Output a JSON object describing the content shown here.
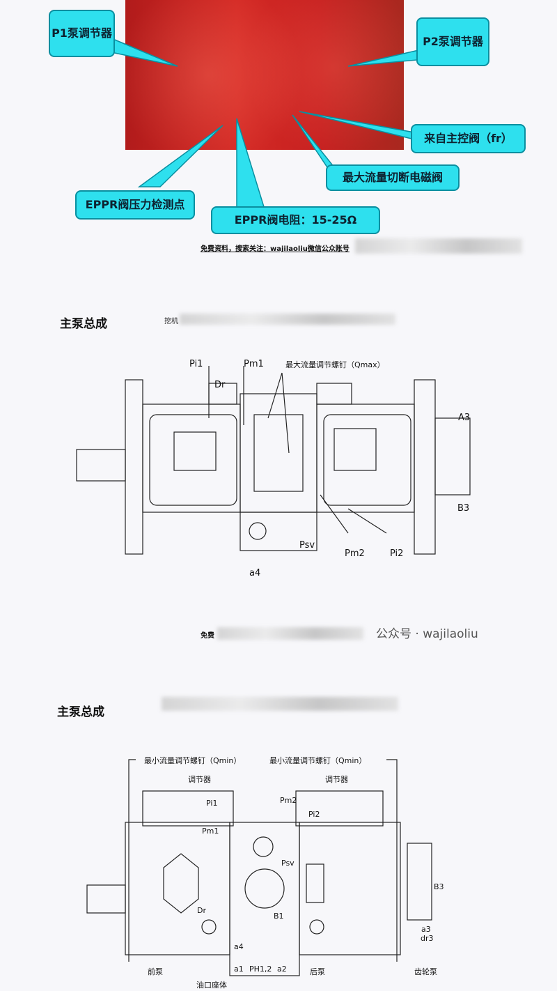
{
  "callouts": {
    "p1": "P1泵调节器",
    "p2": "P2泵调节器",
    "fr": "来自主控阀（fr）",
    "cut": "最大流量切断电磁阀",
    "eppr_point": "EPPR阀压力检测点",
    "eppr_res": "EPPR阀电阻：15-25Ω"
  },
  "note1": "免费资料，搜索关注：wajilaoliu微信公众账号",
  "section1": {
    "title": "主泵总成",
    "sub": "挖机",
    "labels": {
      "pi1": "Pi1",
      "dr": "Dr",
      "pm1": "Pm1",
      "qmax": "最大流量调节螺钉（Qmax）",
      "a3": "A3",
      "b3": "B3",
      "psv": "Psv",
      "a4": "a4",
      "pm2": "Pm2",
      "pi2": "Pi2"
    }
  },
  "note2": "免费",
  "watermark": "公众号 · wajilaoliu",
  "section2": {
    "title": "主泵总成",
    "labels": {
      "qmin_l": "最小流量调节螺钉（Qmin）",
      "qmin_r": "最小流量调节螺钉（Qmin）",
      "reg_l": "调节器",
      "reg_r": "调节器",
      "pi1": "Pi1",
      "pm1": "Pm1",
      "pm2": "Pm2",
      "pi2": "Pi2",
      "psv": "Psv",
      "dr": "Dr",
      "b1": "B1",
      "b3": "B3",
      "a3": "a3",
      "dr3": "dr3",
      "a4": "a4",
      "a1": "a1",
      "ph": "PH1,2",
      "a2": "a2",
      "front": "前泵",
      "rear": "后泵",
      "gear": "齿轮泵",
      "port": "油口座体"
    }
  }
}
